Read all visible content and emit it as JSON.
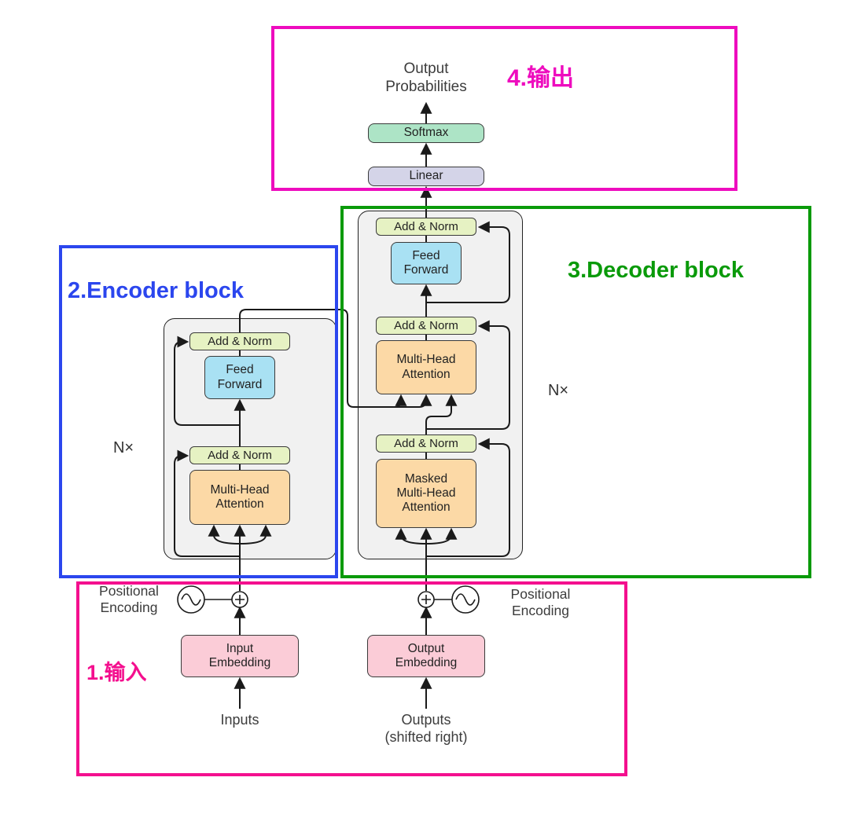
{
  "figure": {
    "output_probabilities": "Output\nProbabilities",
    "softmax": "Softmax",
    "linear": "Linear"
  },
  "encoder": {
    "add_norm_top": "Add & Norm",
    "feed_forward": "Feed\nForward",
    "add_norm_bottom": "Add & Norm",
    "multi_head_attention": "Multi-Head\nAttention",
    "n_times": "N×",
    "input_embedding": "Input\nEmbedding",
    "positional_encoding": "Positional\nEncoding",
    "inputs": "Inputs"
  },
  "decoder": {
    "add_norm_top": "Add & Norm",
    "feed_forward": "Feed\nForward",
    "add_norm_middle": "Add & Norm",
    "multi_head_attention": "Multi-Head\nAttention",
    "add_norm_bottom": "Add & Norm",
    "masked_multi_head_attention": "Masked\nMulti-Head\nAttention",
    "n_times": "N×",
    "output_embedding": "Output\nEmbedding",
    "positional_encoding": "Positional\nEncoding",
    "outputs": "Outputs\n(shifted right)"
  },
  "annotations": {
    "input_region": "1.输入",
    "encoder_region": "2.Encoder block",
    "decoder_region": "3.Decoder block",
    "output_region": "4.输出"
  },
  "colors": {
    "region_input": "#f40f8e",
    "region_encoder": "#2b46ee",
    "region_decoder": "#0a9a0a",
    "region_output": "#ee0cbe",
    "box_add_norm": "#e6f2c3",
    "box_feed_forward": "#a9e1f3",
    "box_attention": "#fcd9a6",
    "box_softmax": "#ade4c6",
    "box_linear": "#d4d4e8",
    "box_embedding": "#fbccd7",
    "wire": "#1a1a1a"
  }
}
